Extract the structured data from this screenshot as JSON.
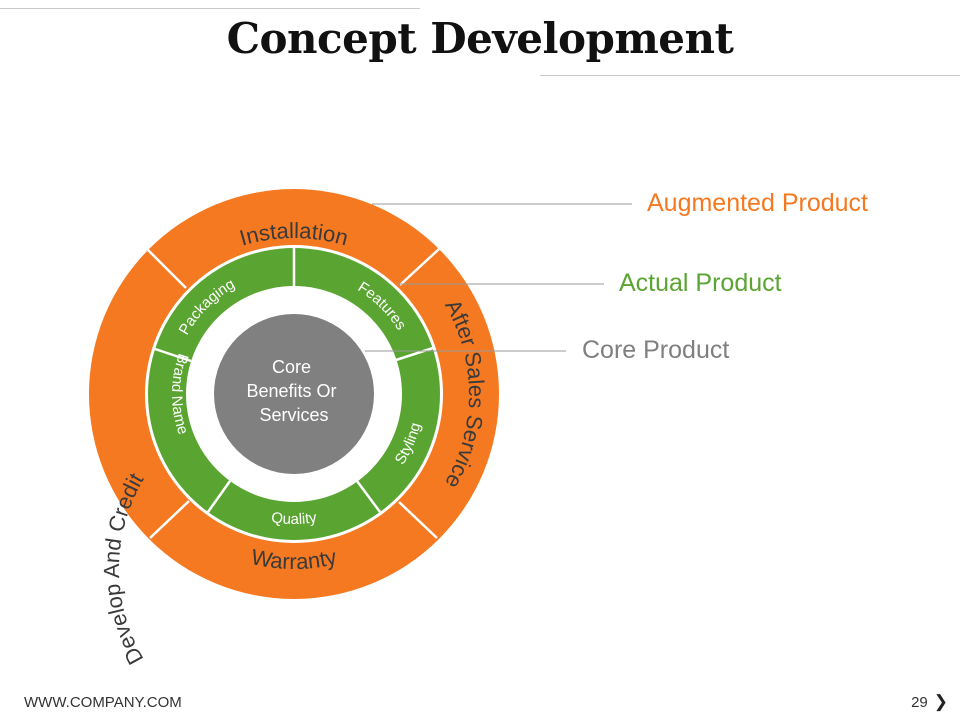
{
  "title": "Concept Development",
  "diagram": {
    "core": {
      "lines": [
        "Core",
        "Benefits Or",
        "Services"
      ]
    },
    "actual_segments": [
      "Packaging",
      "Features",
      "Styling",
      "Quality",
      "Brand Name"
    ],
    "augmented_segments": [
      "Installation",
      "After Sales Service",
      "Warranty",
      "Develop And Credit"
    ],
    "legend": {
      "augmented": "Augmented Product",
      "actual": "Actual Product",
      "core": "Core Product"
    }
  },
  "colors": {
    "orange": "#f47920",
    "green": "#5aa532",
    "gray": "#808080",
    "label_gray": "#7f7f7f"
  },
  "footer": {
    "website": "WWW.COMPANY.COM",
    "page_number": "29"
  }
}
